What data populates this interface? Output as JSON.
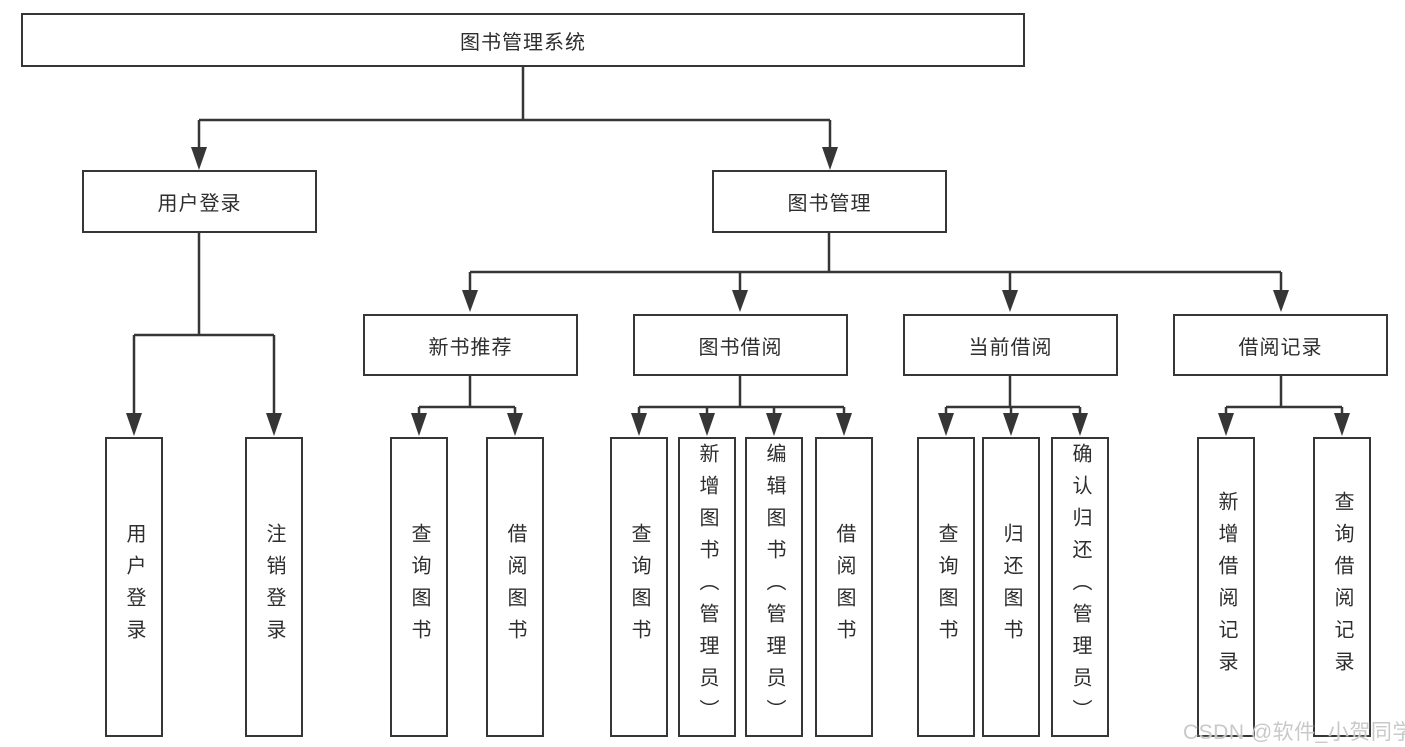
{
  "diagram": {
    "root": {
      "label": "图书管理系统"
    },
    "branches": [
      {
        "label": "用户登录",
        "children": [
          {
            "label": "用户登录"
          },
          {
            "label": "注销登录"
          }
        ]
      },
      {
        "label": "图书管理",
        "children": [
          {
            "label": "新书推荐",
            "children": [
              {
                "label": "查询图书"
              },
              {
                "label": "借阅图书"
              }
            ]
          },
          {
            "label": "图书借阅",
            "children": [
              {
                "label": "查询图书"
              },
              {
                "label": "新增图书（管理员）"
              },
              {
                "label": "编辑图书（管理员）"
              },
              {
                "label": "借阅图书"
              }
            ]
          },
          {
            "label": "当前借阅",
            "children": [
              {
                "label": "查询图书"
              },
              {
                "label": "归还图书"
              },
              {
                "label": "确认归还（管理员）"
              }
            ]
          },
          {
            "label": "借阅记录",
            "children": [
              {
                "label": "新增借阅记录"
              },
              {
                "label": "查询借阅记录"
              }
            ]
          }
        ]
      }
    ]
  },
  "watermark": {
    "text": "CSDN @软件_小贺同学"
  },
  "colors": {
    "line": "#363636",
    "box_border": "#363636",
    "text": "#2e2e2e",
    "watermark": "#c9c9c9",
    "background": "#ffffff"
  }
}
